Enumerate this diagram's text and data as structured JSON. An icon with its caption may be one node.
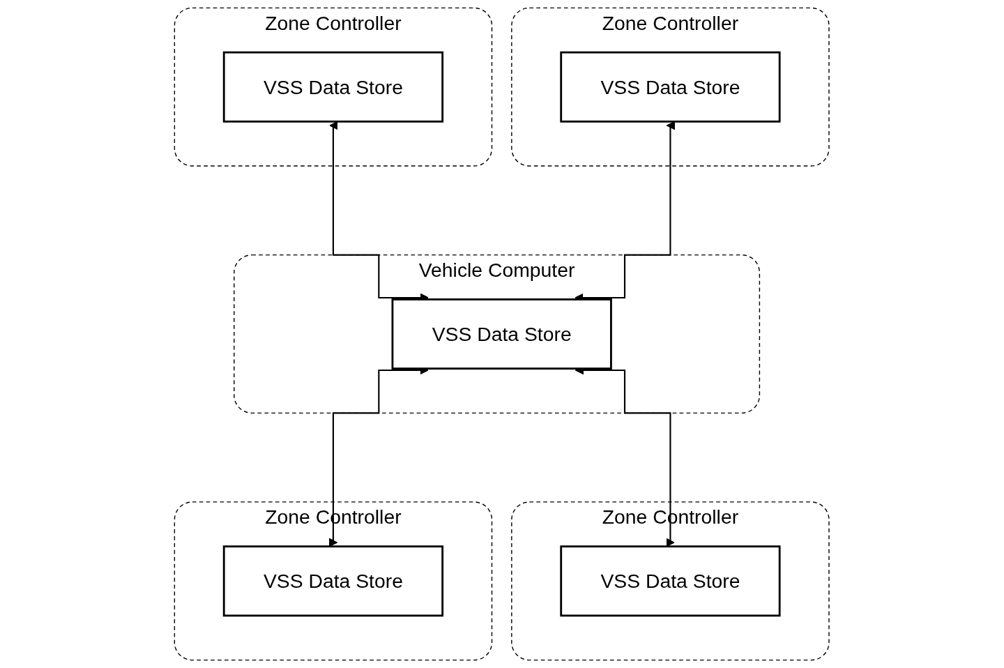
{
  "diagram": {
    "nodes": [
      {
        "text": [
          "Zone Controller"
        ]
      },
      {
        "text": [
          "VSS Data Store"
        ],
        "in": 0
      },
      {
        "text": [
          "Zone Controller"
        ]
      },
      {
        "text": [
          "VSS Data Store"
        ],
        "in": 2
      },
      {
        "text": [
          "Vehicle Computer"
        ]
      },
      {
        "text": [
          "VSS Data Store"
        ],
        "in": 4
      },
      {
        "text": [
          "Zone Controller"
        ]
      },
      {
        "text": [
          "VSS Data Store"
        ],
        "in": 6
      },
      {
        "text": [
          "Zone Controller"
        ]
      },
      {
        "text": [
          "VSS Data Store"
        ],
        "in": 8
      }
    ],
    "edges": [
      {
        "from": 1,
        "to": 5,
        "arrow": "both"
      },
      {
        "from": 3,
        "to": 5,
        "arrow": "both"
      },
      {
        "from": 5,
        "to": 7,
        "arrow": "both"
      },
      {
        "from": 5,
        "to": 9,
        "arrow": "both"
      }
    ]
  }
}
